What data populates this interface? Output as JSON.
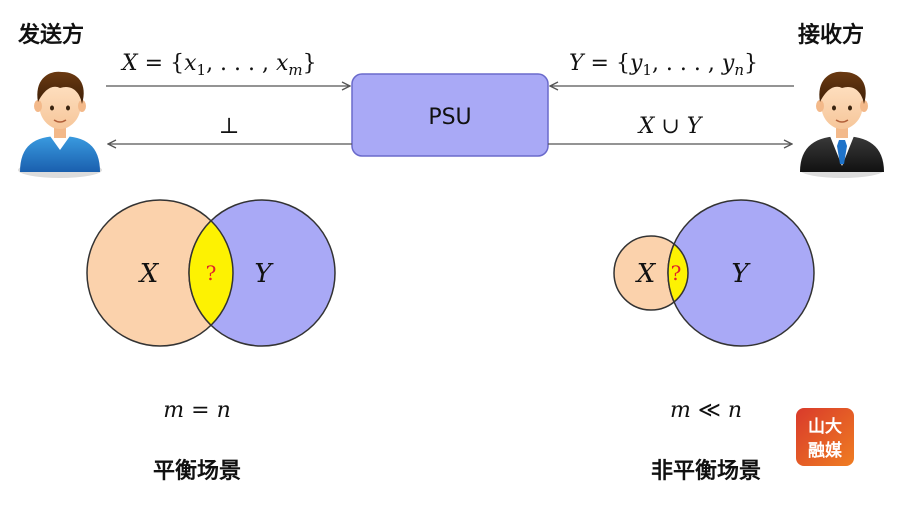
{
  "sender": {
    "title": "发送方"
  },
  "receiver": {
    "title": "接收方"
  },
  "protocol": {
    "box_label": "PSU",
    "sender_input": {
      "lhs": "X",
      "eq": " = {",
      "var": "x",
      "sub1": "1",
      "mid": ", . . . , ",
      "subm": "m",
      "close": "}"
    },
    "receiver_input": {
      "lhs": "Y",
      "eq": " = {",
      "var": "y",
      "sub1": "1",
      "mid": ", . . . , ",
      "subn": "n",
      "close": "}"
    },
    "sender_output": "⊥",
    "receiver_output": {
      "a": "X",
      "op": " ∪ ",
      "b": "Y"
    }
  },
  "scenarios": [
    {
      "set_x": "X",
      "set_y": "Y",
      "intersection_mark": "?",
      "condition": {
        "a": "m",
        "op": " = ",
        "b": "n"
      },
      "caption": "平衡场景"
    },
    {
      "set_x": "X",
      "set_y": "Y",
      "intersection_mark": "?",
      "condition": {
        "a": "m",
        "op": " ≪ ",
        "b": "n"
      },
      "caption": "非平衡场景"
    }
  ],
  "logo": {
    "line1": "山大",
    "line2": "融媒"
  },
  "colors": {
    "set_x_fill": "#fbd2ac",
    "set_y_fill": "#a9a9f6",
    "intersection_fill": "#fdf202",
    "psu_fill": "#a9a9f6",
    "logo_red": "#d93a2b",
    "logo_orange": "#ef7d22"
  },
  "icons": [
    "sender-avatar-icon",
    "receiver-avatar-icon",
    "media-logo-icon"
  ]
}
